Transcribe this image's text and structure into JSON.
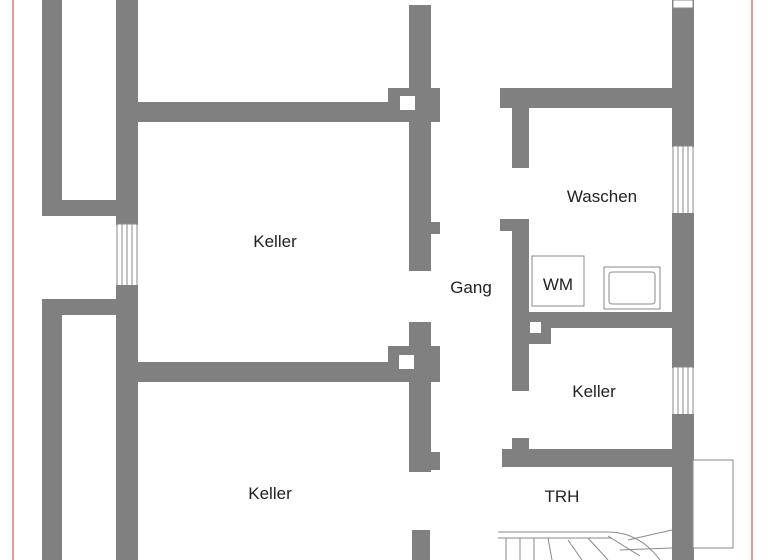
{
  "plan": {
    "rooms": {
      "keller_upper_left": "Keller",
      "keller_lower_left": "Keller",
      "gang": "Gang",
      "waschen": "Waschen",
      "wm": "WM",
      "keller_right": "Keller",
      "trh": "TRH"
    },
    "colors": {
      "wall": "#808080",
      "border": "#d9534f",
      "background": "#ffffff"
    }
  }
}
